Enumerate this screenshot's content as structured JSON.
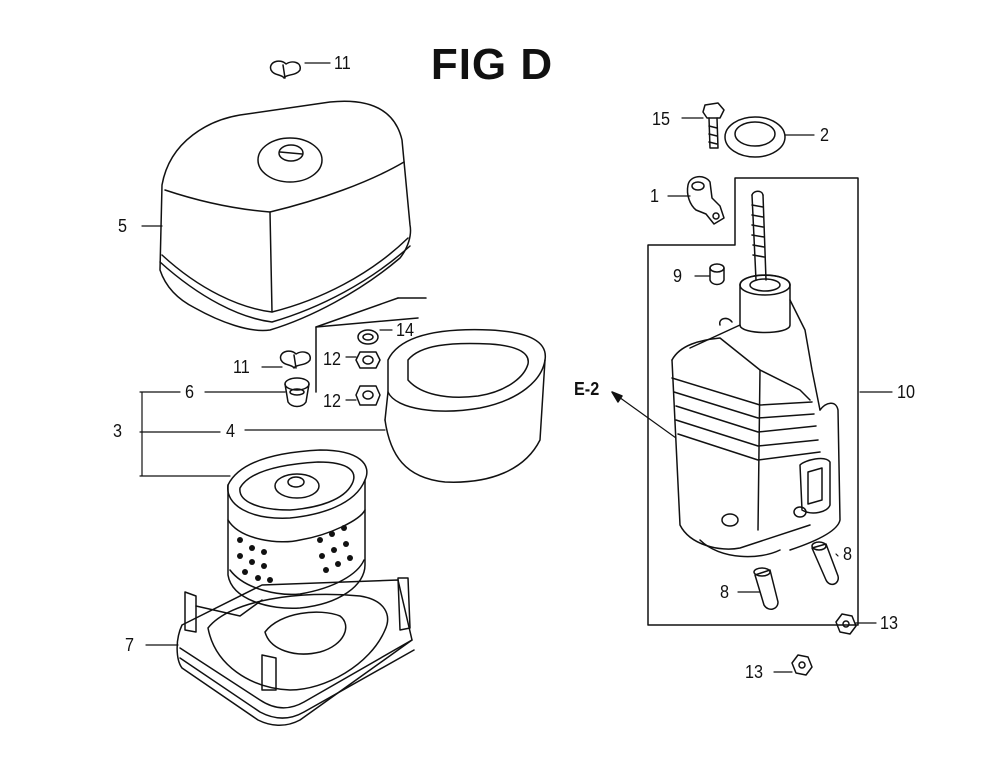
{
  "figure": {
    "title": "FIG D",
    "ref_label": "E-2"
  },
  "callouts": [
    "11",
    "5",
    "11",
    "14",
    "12",
    "12",
    "6",
    "3",
    "4",
    "7",
    "15",
    "2",
    "1",
    "9",
    "10",
    "8",
    "8",
    "13",
    "13"
  ]
}
